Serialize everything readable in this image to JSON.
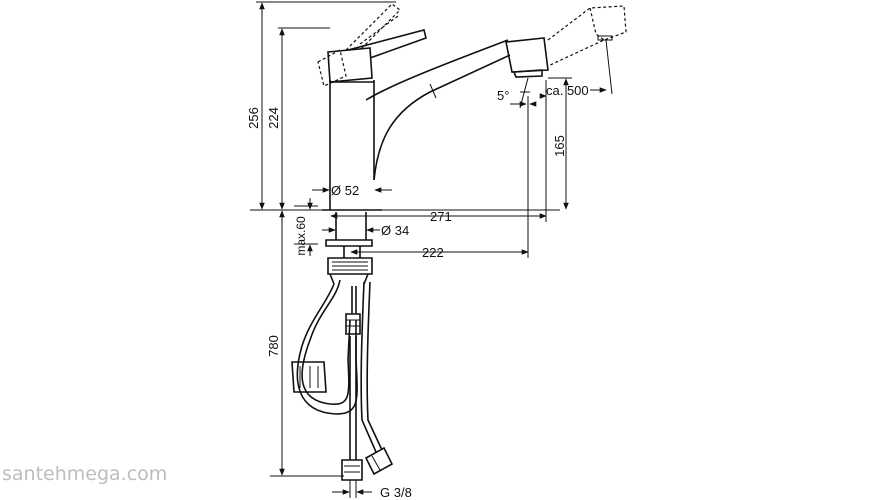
{
  "dimensions": {
    "overall_height": "256",
    "spout_height": "224",
    "body_diameter": "Ø 52",
    "reach": "271",
    "max_thickness": "max.60",
    "shank_diameter": "Ø 34",
    "shank_to_spout": "222",
    "spout_clearance": "165",
    "swivel_angle": "5°",
    "pullout_length": "ca. 500",
    "hose_length": "780",
    "connection": "G 3/8"
  },
  "watermark": "santehmega.com"
}
